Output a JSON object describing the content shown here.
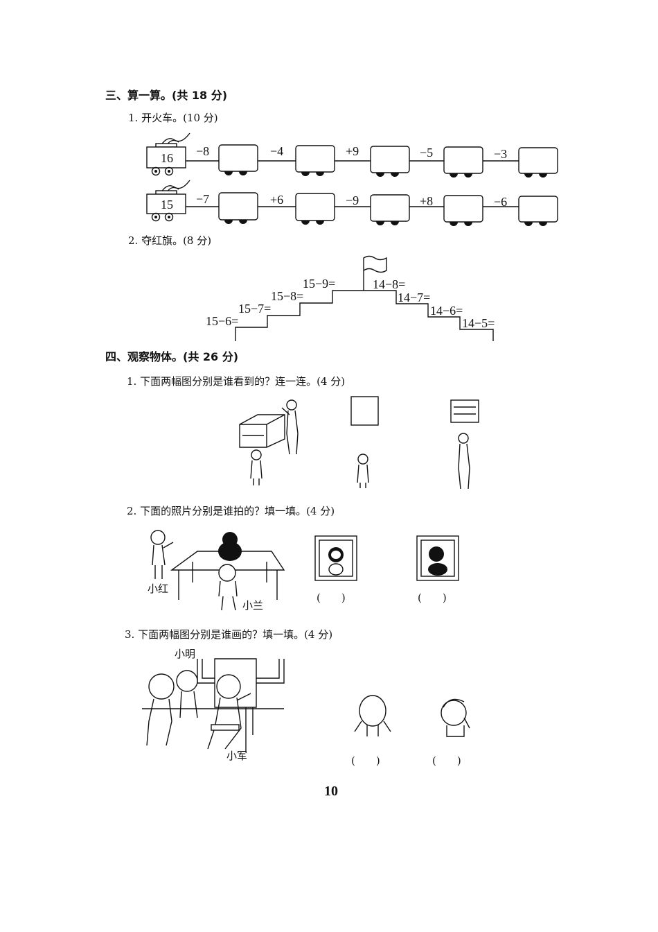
{
  "section3": {
    "heading": "三、算一算。(共 18 分)",
    "q1": {
      "title": "1. 开火车。(10 分)",
      "trains": [
        {
          "start": "16",
          "ops": [
            "−8",
            "−4",
            "+9",
            "−5",
            "−3"
          ]
        },
        {
          "start": "15",
          "ops": [
            "−7",
            "+6",
            "−9",
            "+8",
            "−6"
          ]
        }
      ]
    },
    "q2": {
      "title": "2. 夺红旗。(8 分)",
      "left": [
        "15−6=",
        "15−7=",
        "15−8=",
        "15−9="
      ],
      "right": [
        "14−8=",
        "14−7=",
        "14−6=",
        "14−5="
      ]
    }
  },
  "section4": {
    "heading": "四、观察物体。(共 26 分)",
    "q1": {
      "title": "1. 下面两幅图分别是谁看到的？连一连。(4 分)"
    },
    "q2": {
      "title": "2. 下面的照片分别是谁拍的？填一填。(4 分)",
      "names": [
        "小红",
        "小兰"
      ],
      "answers": [
        "(　　)",
        "(　　)"
      ]
    },
    "q3": {
      "title": "3. 下面两幅图分别是谁画的？填一填。(4 分)",
      "names": [
        "小明",
        "小军"
      ],
      "answers": [
        "(　　)",
        "(　　)"
      ]
    }
  },
  "page_number": "10"
}
